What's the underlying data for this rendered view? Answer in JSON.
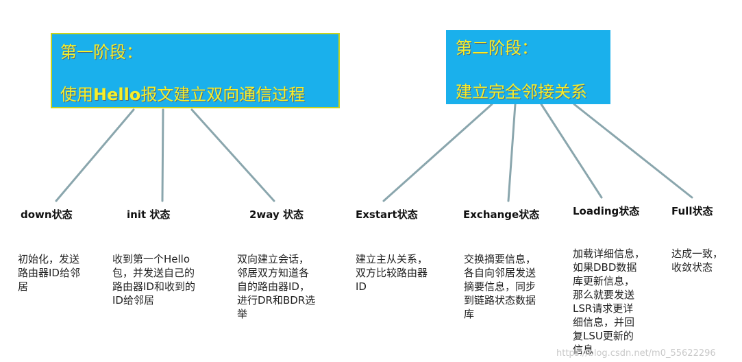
{
  "box1": {
    "line1": "第一阶段：",
    "line2_pre": "使用",
    "line2_bold": "Hello",
    "line2_post": "报文建立双向通信过程"
  },
  "box2": {
    "line1": "第二阶段：",
    "line2": "建立完全邻接关系"
  },
  "states": [
    {
      "label": "down状态",
      "desc": [
        "初始化，发送",
        "路由器ID给邻",
        "居"
      ]
    },
    {
      "label": "init 状态",
      "desc": [
        "收到第一个Hello",
        "包，并发送自己的",
        "路由器ID和收到的",
        "ID给邻居"
      ]
    },
    {
      "label": "2way 状态",
      "desc": [
        "双向建立会话，",
        "邻居双方知道各",
        "自的路由器ID，",
        "进行DR和BDR选",
        "举"
      ]
    },
    {
      "label": "Exstart状态",
      "desc": [
        "建立主从关系，",
        "双方比较路由器",
        "ID"
      ]
    },
    {
      "label": "Exchange状态",
      "desc": [
        "交换摘要信息，",
        "各自向邻居发送",
        "摘要信息，同步",
        "到链路状态数据",
        "库"
      ]
    },
    {
      "label": "Loading状态",
      "desc": [
        "加载详细信息，",
        "如果DBD数据",
        "库更新信息，",
        "那么就要发送",
        "LSR请求更详",
        "细信息，并回",
        "复LSU更新的",
        "信息"
      ]
    },
    {
      "label": "Full状态",
      "desc": [
        "达成一致，",
        "收敛状态"
      ]
    }
  ],
  "watermark": "https://blog.csdn.net/m0_55622296"
}
